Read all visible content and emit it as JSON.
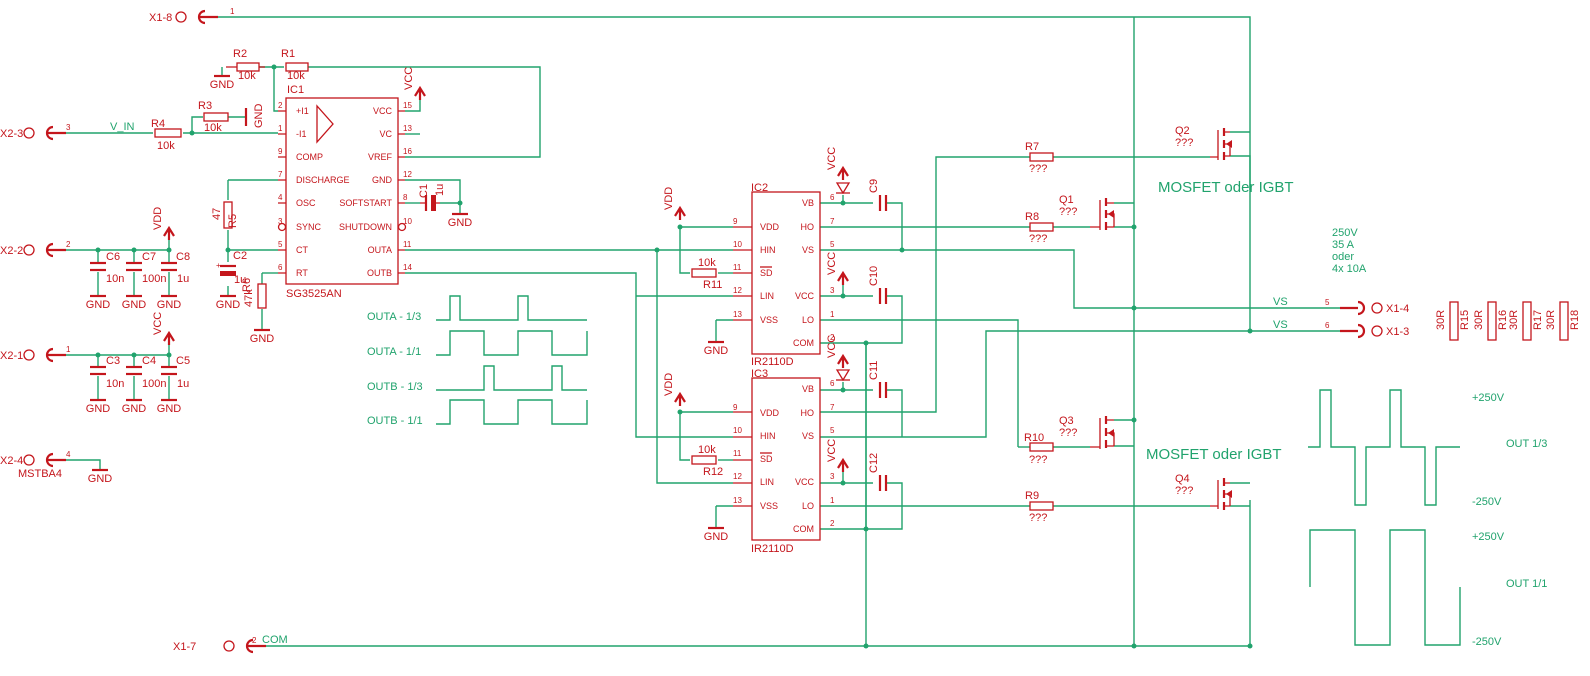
{
  "connectors": {
    "x1_8": "X1-8",
    "x2_3": "X2-3",
    "x2_2": "X2-2",
    "x2_1": "X2-1",
    "x2_4": "X2-4",
    "x1_7": "X1-7",
    "x1_4": "X1-4",
    "x1_3": "X1-3",
    "mstba4": "MSTBA4",
    "pin_x1_8": "1",
    "pin_x2_3": "3",
    "pin_x2_2": "2",
    "pin_x2_1": "1",
    "pin_x2_4": "4",
    "pin_x1_7": "2",
    "pin_x1_4": "5",
    "pin_x1_3": "6"
  },
  "nets": {
    "gnd": "GND",
    "vcc": "VCC",
    "vdd": "VDD",
    "v_in": "V_IN",
    "vs": "VS",
    "com": "COM"
  },
  "ic1": {
    "name": "IC1",
    "value": "SG3525AN",
    "left_pins": [
      {
        "num": "2",
        "label": "+I1"
      },
      {
        "num": "1",
        "label": "-I1"
      },
      {
        "num": "9",
        "label": "COMP"
      },
      {
        "num": "7",
        "label": "DISCHARGE"
      },
      {
        "num": "4",
        "label": "OSC"
      },
      {
        "num": "3",
        "label": "SYNC"
      },
      {
        "num": "5",
        "label": "CT"
      },
      {
        "num": "6",
        "label": "RT"
      }
    ],
    "right_pins": [
      {
        "num": "15",
        "label": "VCC"
      },
      {
        "num": "13",
        "label": "VC"
      },
      {
        "num": "16",
        "label": "VREF"
      },
      {
        "num": "12",
        "label": "GND"
      },
      {
        "num": "8",
        "label": "SOFTSTART"
      },
      {
        "num": "10",
        "label": "SHUTDOWN"
      },
      {
        "num": "11",
        "label": "OUTA"
      },
      {
        "num": "14",
        "label": "OUTB"
      }
    ]
  },
  "ir2110": {
    "value": "IR2110D",
    "left_pins": [
      {
        "num": "9",
        "label": "VDD"
      },
      {
        "num": "10",
        "label": "HIN"
      },
      {
        "num": "11",
        "label": "SD"
      },
      {
        "num": "12",
        "label": "LIN"
      },
      {
        "num": "13",
        "label": "VSS"
      }
    ],
    "right_pins": [
      {
        "num": "6",
        "label": "VB"
      },
      {
        "num": "7",
        "label": "HO"
      },
      {
        "num": "5",
        "label": "VS"
      },
      {
        "num": "3",
        "label": "VCC"
      },
      {
        "num": "1",
        "label": "LO"
      },
      {
        "num": "2",
        "label": "COM"
      }
    ],
    "ic2": "IC2",
    "ic3": "IC3"
  },
  "parts": {
    "r1": "R1",
    "r1v": "10k",
    "r2": "R2",
    "r2v": "10k",
    "r3": "R3",
    "r3v": "10k",
    "r4": "R4",
    "r4v": "10k",
    "r5": "R5",
    "r5v": "47",
    "r6": "R6",
    "r6v": "47k",
    "r7": "R7",
    "r8": "R8",
    "r9": "R9",
    "r10": "R10",
    "r11": "R11",
    "r11v": "10k",
    "r12": "R12",
    "r12v": "10k",
    "rq": "???",
    "r15": "R15",
    "r16": "R16",
    "r17": "R17",
    "r18": "R18",
    "r30": "30R",
    "c1": "C1",
    "c1v": "1u",
    "c2": "C2",
    "c2v": "1u",
    "c3": "C3",
    "c3v": "10n",
    "c4": "C4",
    "c4v": "100n",
    "c5": "C5",
    "c5v": "1u",
    "c6": "C6",
    "c6v": "10n",
    "c7": "C7",
    "c7v": "100n",
    "c8": "C8",
    "c8v": "1u",
    "c9": "C9",
    "c10": "C10",
    "c11": "C11",
    "c12": "C12",
    "q1": "Q1",
    "q2": "Q2",
    "q3": "Q3",
    "q4": "Q4"
  },
  "notes": {
    "mosfet": "MOSFET oder IGBT",
    "rating": [
      "250V",
      "35 A",
      "oder",
      "4x 10A"
    ],
    "outa13": "OUTA - 1/3",
    "outa11": "OUTA - 1/1",
    "outb13": "OUTB - 1/3",
    "outb11": "OUTB - 1/1",
    "p250": "+250V",
    "m250": "-250V",
    "out13": "OUT 1/3",
    "out11": "OUT 1/1"
  },
  "colors": {
    "wire": "#21a36d",
    "part": "#c4161c",
    "background": "#ffffff"
  }
}
